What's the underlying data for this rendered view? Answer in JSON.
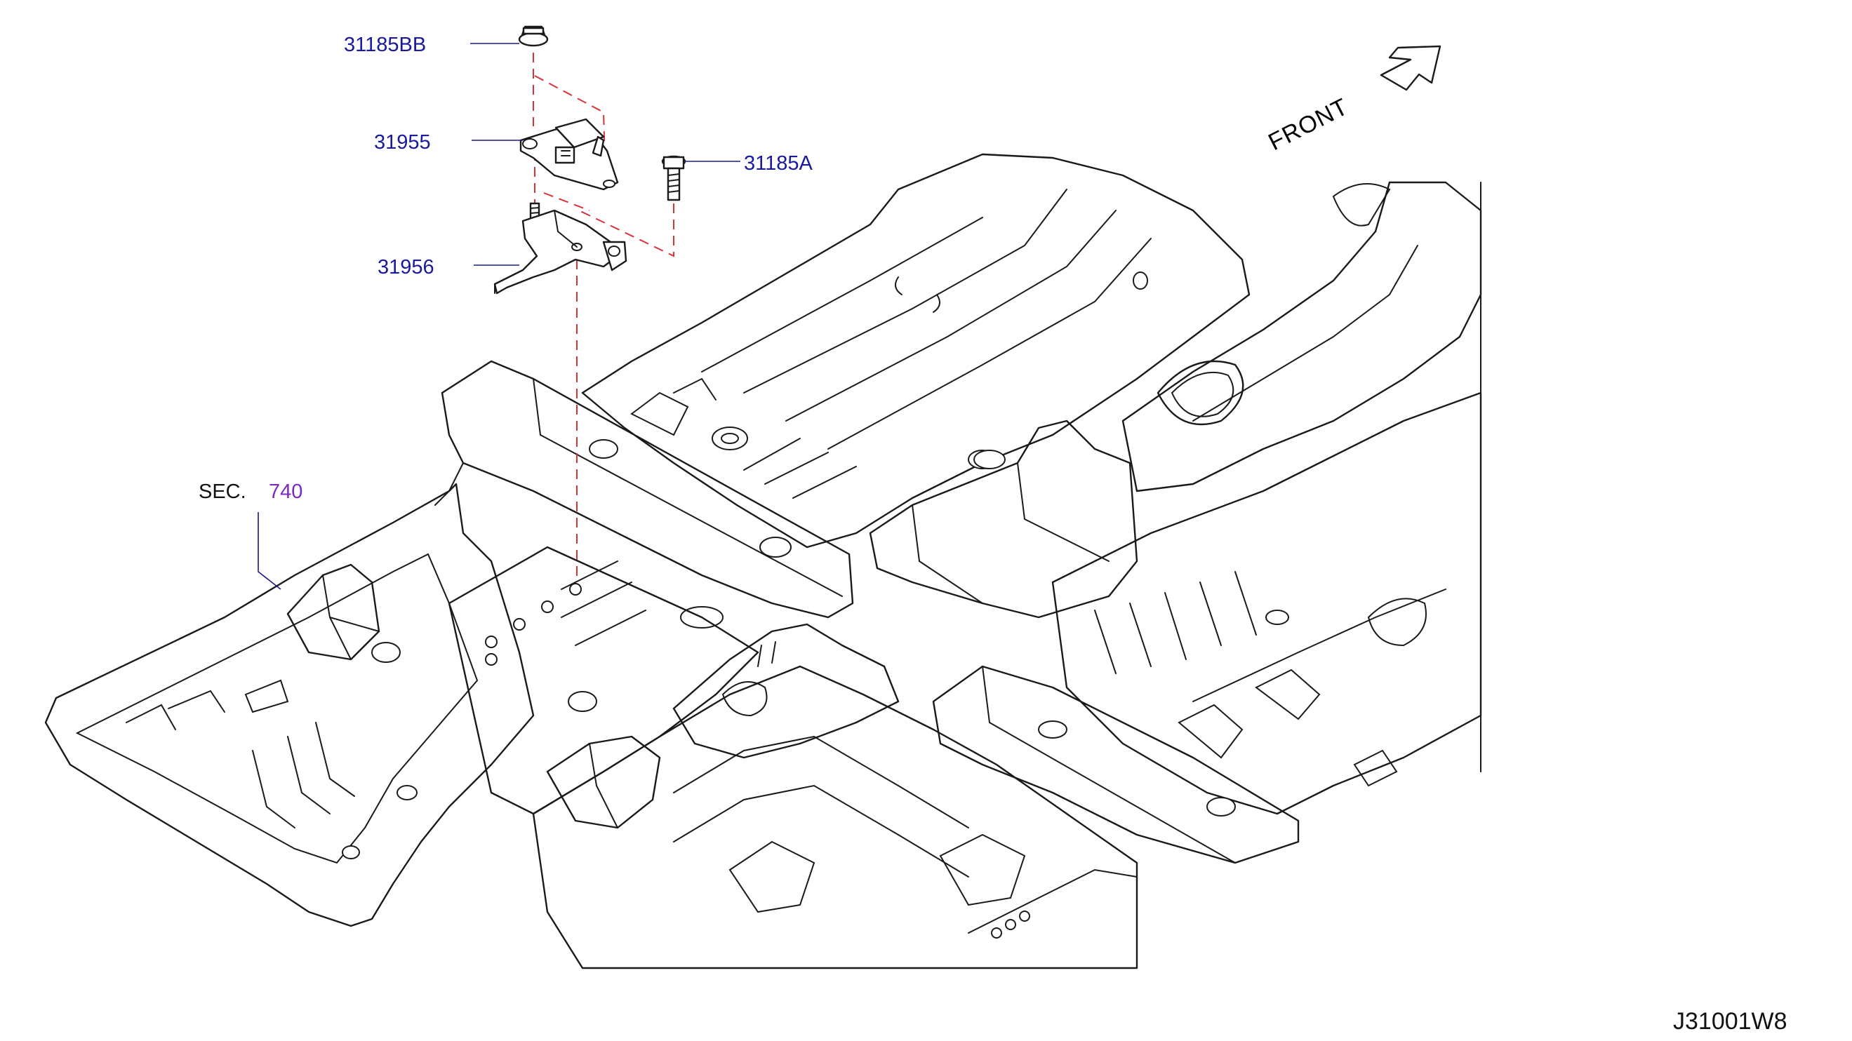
{
  "callouts": {
    "nut": "31185BB",
    "sensor": "31955",
    "bolt": "31185A",
    "bracket": "31956"
  },
  "section_ref": {
    "prefix": "SEC.",
    "number": "740"
  },
  "direction_label": "FRONT",
  "diagram_id": "J31001W8",
  "colors": {
    "callout_text": "#1a1a9e",
    "section_number": "#7a2ac0",
    "dashed_guide": "#d9333a",
    "line_art": "#1a1a1a"
  }
}
